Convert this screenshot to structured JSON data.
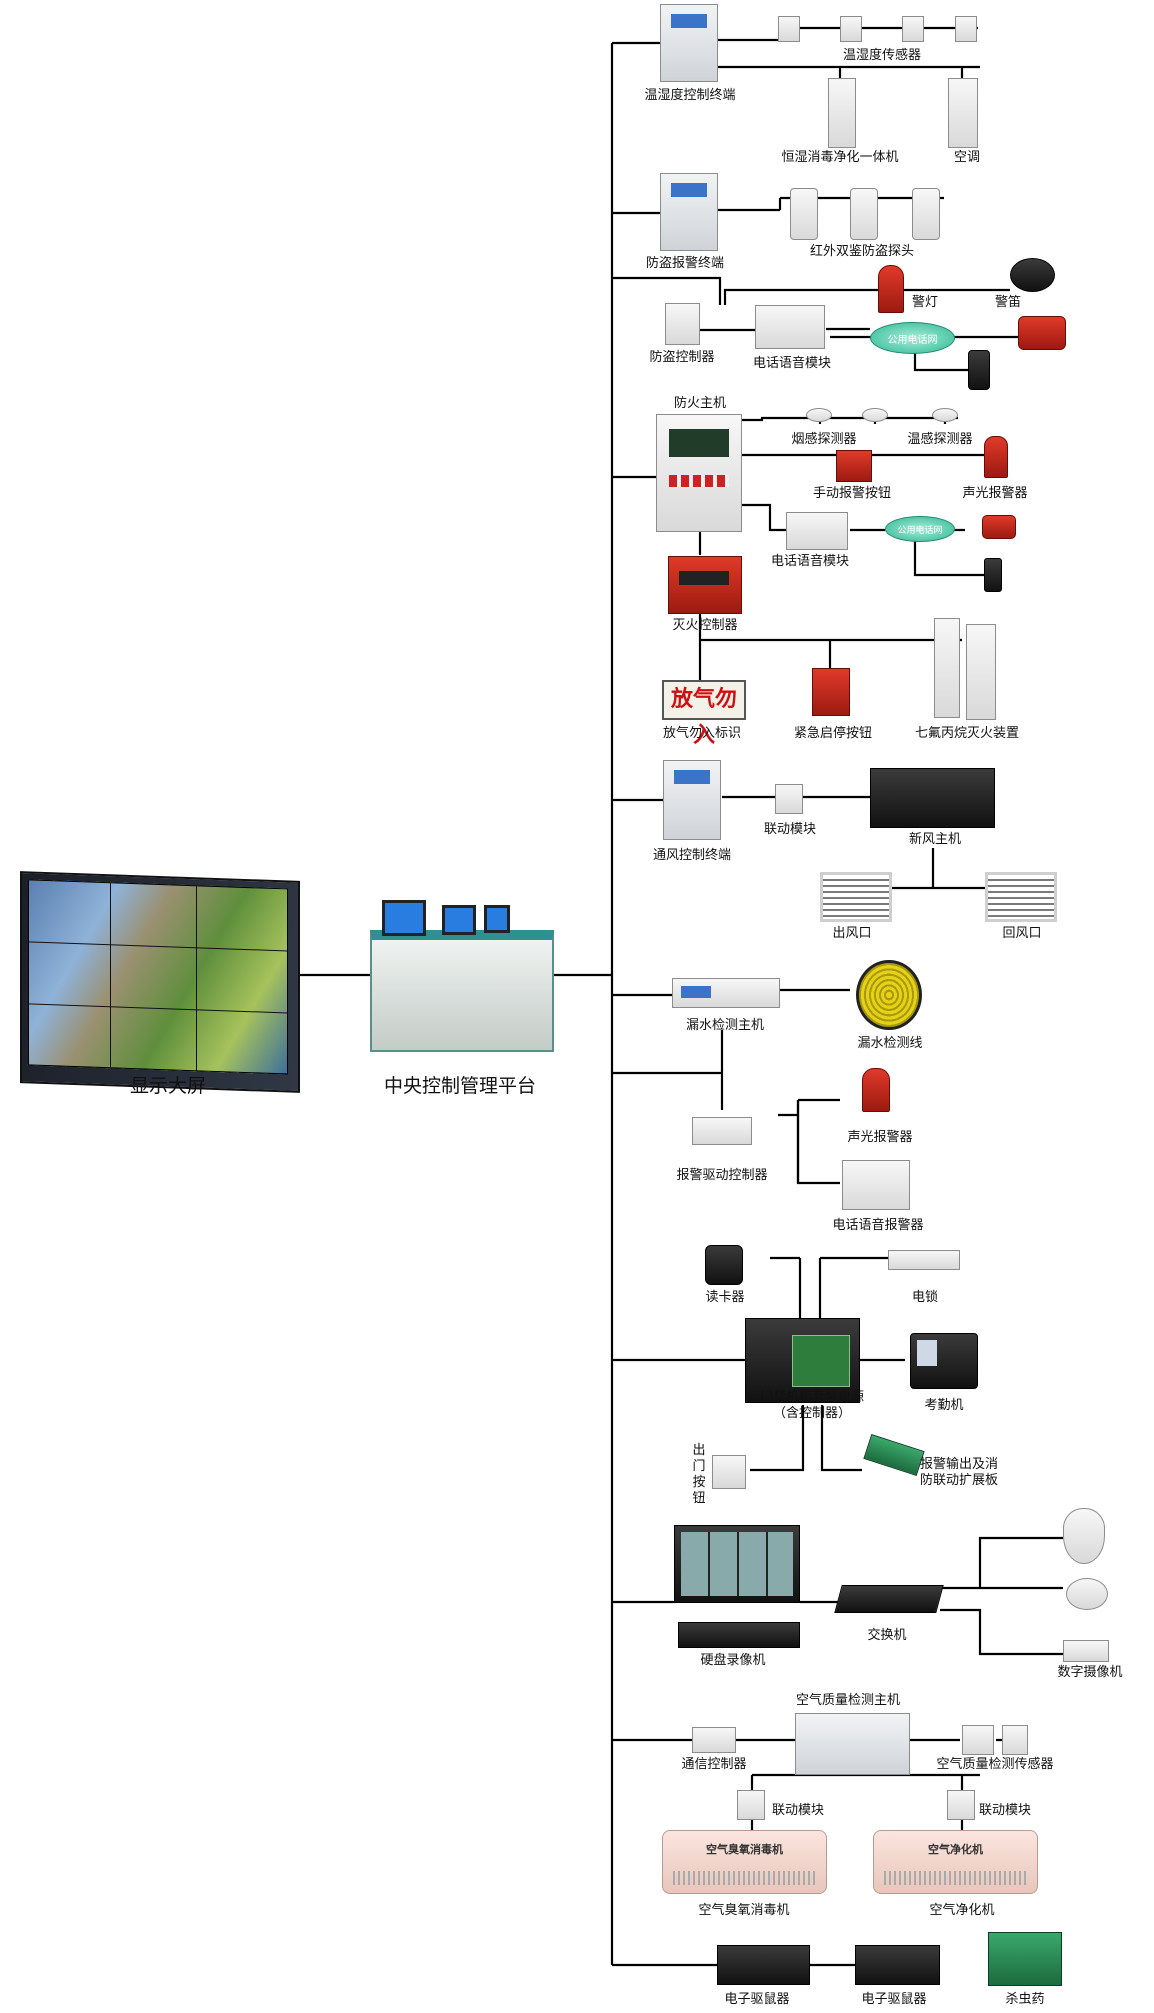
{
  "left": {
    "display_wall": "显示大屏",
    "platform": "中央控制管理平台"
  },
  "temp_humidity": {
    "terminal": "温湿度控制终端",
    "sensor": "温湿度传感器",
    "purifier": "恒湿消毒净化一体机",
    "ac": "空调"
  },
  "anti_theft": {
    "terminal": "防盗报警终端",
    "detector": "红外双鉴防盗探头",
    "controller": "防盗控制器",
    "voice_module": "电话语音模块",
    "light": "警灯",
    "siren": "警笛",
    "network": "公用电话网"
  },
  "fire": {
    "host": "防火主机",
    "smoke": "烟感探测器",
    "heat": "温感探测器",
    "manual_button": "手动报警按钮",
    "sound_light": "声光报警器",
    "voice_module": "电话语音模块",
    "network": "公用电话网",
    "extinguish_ctrl": "灭火控制器",
    "no_entry_sign": "放气勿入标识",
    "sign_text": "放气勿入",
    "emergency_button": "紧急启停按钮",
    "hfc_device": "七氟丙烷灭火装置"
  },
  "ventilation": {
    "terminal": "通风控制终端",
    "link_module": "联动模块",
    "host": "新风主机",
    "outlet": "出风口",
    "return": "回风口"
  },
  "leak": {
    "host": "漏水检测主机",
    "wire": "漏水检测线",
    "drive_ctrl": "报警驱动控制器",
    "sound_light": "声光报警器",
    "voice_alarm": "电话语音报警器"
  },
  "access": {
    "reader": "读卡器",
    "lock": "电锁",
    "box_line1": "门禁机箱套装电源",
    "box_line2": "（含控制器）",
    "attendance": "考勤机",
    "exit_button": "出门按钮",
    "expansion_line1": "报警输出及消",
    "expansion_line2": "防联动扩展板"
  },
  "video": {
    "nvr": "硬盘录像机",
    "switch": "交换机",
    "camera": "数字摄像机"
  },
  "air": {
    "host": "空气质量检测主机",
    "comm_ctrl": "通信控制器",
    "sensor": "空气质量检测传感器",
    "link_module_1": "联动模块",
    "link_module_2": "联动模块",
    "ozone": "空气臭氧消毒机",
    "ozone_plate": "空气臭氧消毒机",
    "purifier": "空气净化机",
    "purifier_plate": "空气净化机"
  },
  "pest": {
    "repeller_1": "电子驱鼠器",
    "repeller_2": "电子驱鼠器",
    "insecticide": "杀虫药"
  }
}
